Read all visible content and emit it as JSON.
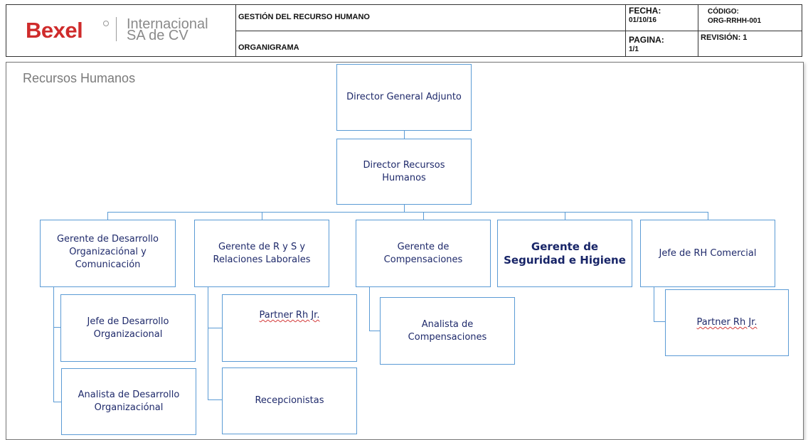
{
  "header": {
    "logo": {
      "brand": "Bexel",
      "sub_line1": "Internacional",
      "sub_line2": "SA de CV"
    },
    "title": "GESTIÓN DEL RECURSO HUMANO",
    "subtitle": "ORGANIGRAMA",
    "fecha_label": "FECHA:",
    "fecha_value": "01/10/16",
    "codigo_label": "CÓDIGO:",
    "codigo_value": "ORG-RRHH-001",
    "pagina_label": "PAGINA:",
    "pagina_value": "1/1",
    "revision": "REVISIÓN: 1"
  },
  "section_title": "Recursos Humanos",
  "org": {
    "director_general": "Director General Adjunto",
    "director_rh": "Director Recursos Humanos",
    "g1": "Gerente  de Desarrollo Organizaciónal y Comunicación",
    "g1_c1": "Jefe de Desarrollo Organizacional",
    "g1_c2": "Analista de Desarrollo Organizaciónal",
    "g2": "Gerente de R y S y Relaciones Laborales",
    "g2_c1": "Partner Rh Jr.",
    "g2_c2": "Recepcionistas",
    "g3": "Gerente de Compensaciones",
    "g3_c1": "Analista de Compensaciones",
    "g4": "Gerente de Seguridad e Higiene",
    "g5": "Jefe de RH Comercial",
    "g5_c1": "Partner Rh Jr."
  },
  "colors": {
    "box_border": "#5b9bd5",
    "box_text": "#1f2a6b",
    "logo_red": "#cf2b2b"
  }
}
